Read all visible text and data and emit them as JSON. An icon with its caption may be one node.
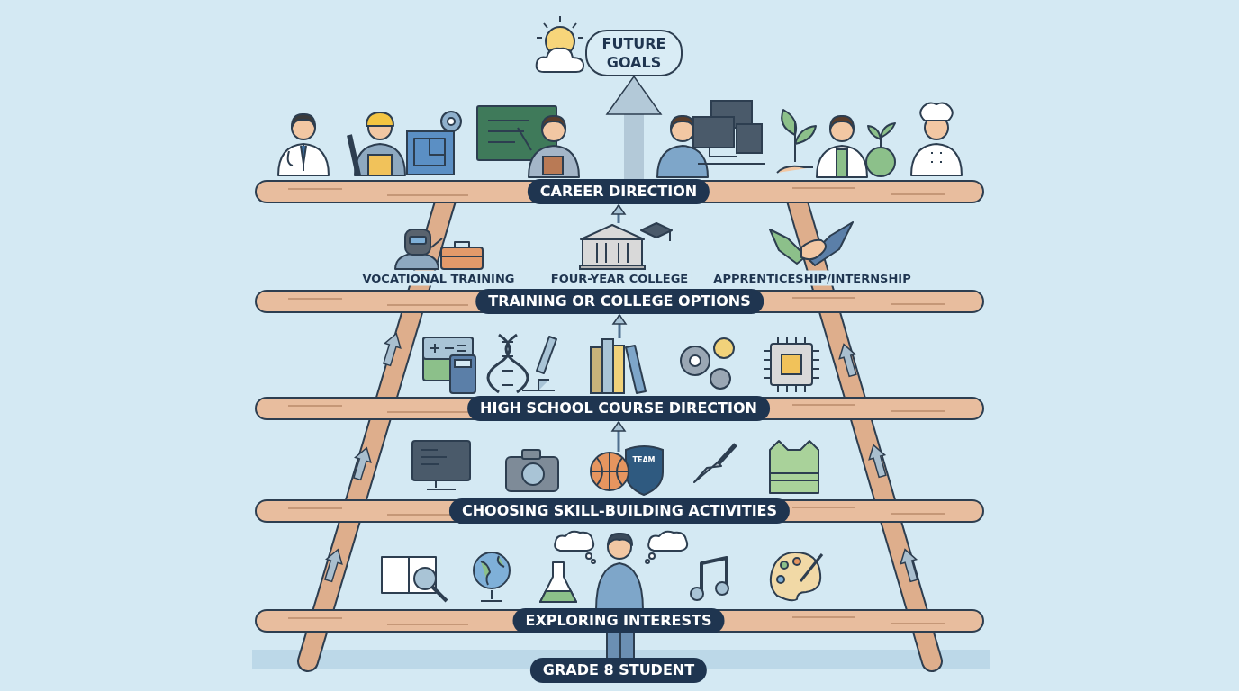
{
  "diagram": {
    "nodes": [
      {
        "text": [
          "FUTURE GOALS"
        ]
      },
      {
        "text": [
          "CAREER DIRECTION"
        ]
      },
      {
        "text": [],
        "shape": "picture",
        "beside": [
          "FOUR-YEAR COLLEGE"
        ]
      },
      {
        "text": [
          "TRAINING OR COLLEGE OPTIONS"
        ]
      },
      {
        "text": [],
        "shape": "picture"
      },
      {
        "text": [
          "HIGH SCHOOL COURSE DIRECTION"
        ]
      },
      {
        "text": [],
        "shape": "circle"
      },
      {
        "text": [
          "CHOOSING SKILL-BUILDING ACTIVITIES"
        ]
      },
      {
        "text": [
          "EXPLORING INTERESTS"
        ]
      },
      {
        "text": [
          "GRADE 8 STUDENT"
        ]
      }
    ],
    "edges": [
      {
        "from": 1,
        "to": 0,
        "arrow": "to",
        "style": "thick",
        "color": "#b3c9d8"
      },
      {
        "from": 2,
        "to": 1,
        "arrow": "to"
      },
      {
        "from": 4,
        "to": 3,
        "arrow": "to"
      },
      {
        "from": 6,
        "to": 5,
        "arrow": "to"
      }
    ],
    "labels": [
      "VOCATIONAL TRAINING",
      "APPRENTICESHIP/INTERNSHIP",
      "TEAM"
    ]
  }
}
